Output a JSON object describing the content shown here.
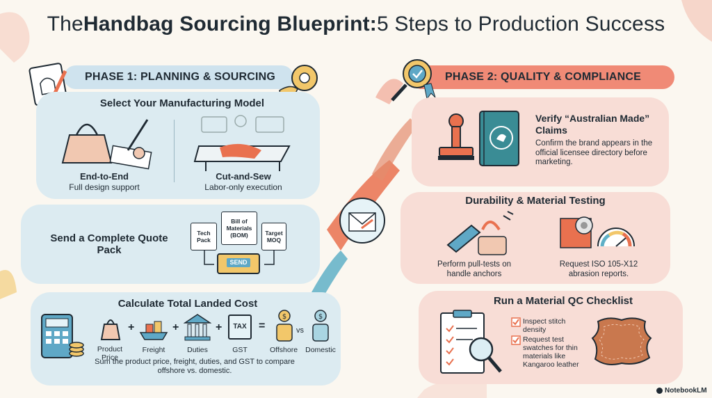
{
  "title": {
    "prefix": "The ",
    "bold": "Handbag Sourcing Blueprint:",
    "suffix": " 5 Steps to Production Success"
  },
  "phase1": {
    "label": "PHASE 1: PLANNING & SOURCING",
    "step1": {
      "heading": "Select Your Manufacturing Model",
      "opt1_title": "End-to-End",
      "opt1_sub": "Full design support",
      "opt2_title": "Cut-and-Sew",
      "opt2_sub": "Labor-only execution"
    },
    "step2": {
      "heading": "Send a Complete Quote Pack",
      "doc1": "Tech Pack",
      "doc2": "Bill of Materials (BOM)",
      "doc3": "Target MOQ",
      "send": "SEND"
    },
    "step3": {
      "heading": "Calculate Total Landed Cost",
      "items": [
        "Product Price",
        "Freight",
        "Duties",
        "GST",
        "Offshore",
        "Domestic"
      ],
      "tax_label": "TAX",
      "vs": "vs",
      "note": "Sum the product price, freight, duties, and GST to compare offshore vs. domestic."
    }
  },
  "phase2": {
    "label": "PHASE 2: QUALITY & COMPLIANCE",
    "step1": {
      "heading": "Verify “Australian Made” Claims",
      "body": "Confirm the brand appears in the official licensee directory before marketing."
    },
    "step2": {
      "heading": "Durability & Material Testing",
      "left": "Perform pull-tests on handle anchors",
      "right": "Request ISO 105-X12 abrasion reports."
    },
    "step3": {
      "heading": "Run a Material QC Checklist",
      "check1": "Inspect stitch density",
      "check2": "Request test swatches for thin materials like Kangaroo leather"
    }
  },
  "footer": {
    "brand": "NotebookLM"
  },
  "colors": {
    "blue_card": "#dcebf1",
    "pink_card": "#f8ddd6",
    "coral": "#f08a76",
    "ink": "#1f2a33"
  }
}
